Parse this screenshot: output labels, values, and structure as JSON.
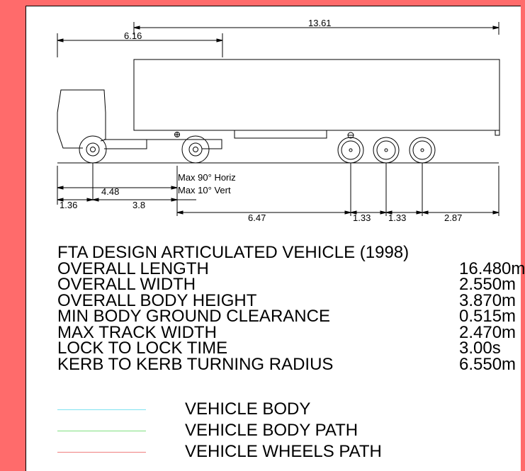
{
  "dimensions": {
    "overall_trailer": "13.61",
    "front_to_kingpin": "6.16",
    "wheelbase": "4.48",
    "front_overhang": "1.36",
    "drive_to_rear": "3.8",
    "kingpin_to_axle1": "6.47",
    "axle_spacing_1": "1.33",
    "axle_spacing_2": "1.33",
    "rear_overhang": "2.87"
  },
  "articulation": {
    "horizontal": "Max 90° Horiz",
    "vertical": "Max 10° Vert"
  },
  "specs": {
    "title": "FTA DESIGN ARTICULATED VEHICLE (1998)",
    "rows": [
      {
        "label": "OVERALL LENGTH",
        "value": "16.480m"
      },
      {
        "label": "OVERALL WIDTH",
        "value": "2.550m"
      },
      {
        "label": "OVERALL BODY HEIGHT",
        "value": "3.870m"
      },
      {
        "label": "MIN BODY GROUND CLEARANCE",
        "value": "0.515m"
      },
      {
        "label": "MAX TRACK WIDTH",
        "value": "2.470m"
      },
      {
        "label": "LOCK TO LOCK TIME",
        "value": "3.00s"
      },
      {
        "label": "KERB TO KERB TURNING RADIUS",
        "value": "6.550m"
      }
    ]
  },
  "legend": [
    {
      "label": "VEHICLE BODY",
      "color": "#7fe3f0"
    },
    {
      "label": "VEHICLE BODY PATH",
      "color": "#7fe07f"
    },
    {
      "label": "VEHICLE WHEELS PATH",
      "color": "#f07f7f"
    }
  ],
  "colors": {
    "page_background": "#ff6b6b",
    "sheet": "#ffffff",
    "ink": "#000000"
  }
}
